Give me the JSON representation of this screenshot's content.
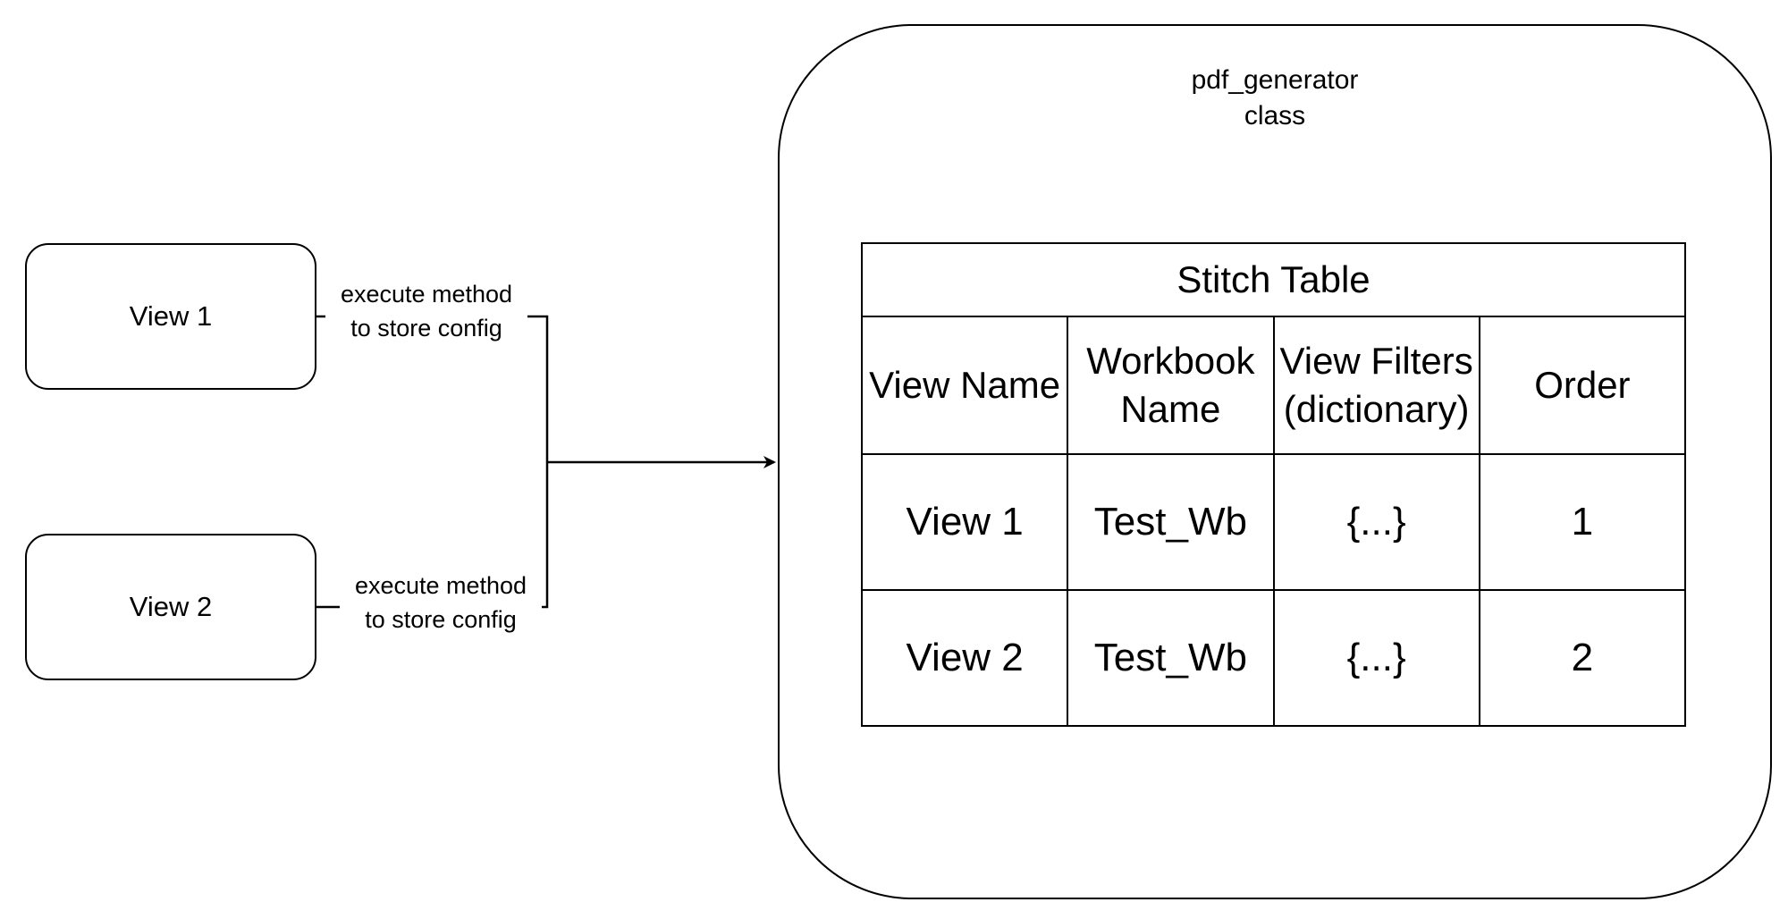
{
  "views": [
    {
      "label": "View 1",
      "edge_label_line1": "execute method",
      "edge_label_line2": "to store config"
    },
    {
      "label": "View 2",
      "edge_label_line1": "execute method",
      "edge_label_line2": "to store config"
    }
  ],
  "class_box": {
    "title_line1": "pdf_generator",
    "title_line2": "class"
  },
  "stitch_table": {
    "title": "Stitch Table",
    "columns": [
      {
        "line1": "View Name",
        "line2": ""
      },
      {
        "line1": "Workbook",
        "line2": "Name"
      },
      {
        "line1": "View Filters",
        "line2": "(dictionary)"
      },
      {
        "line1": "Order",
        "line2": ""
      }
    ],
    "rows": [
      [
        "View 1",
        "Test_Wb",
        "{...}",
        "1"
      ],
      [
        "View 2",
        "Test_Wb",
        "{...}",
        "2"
      ]
    ]
  },
  "colors": {
    "stroke": "#000000",
    "background": "#ffffff"
  }
}
